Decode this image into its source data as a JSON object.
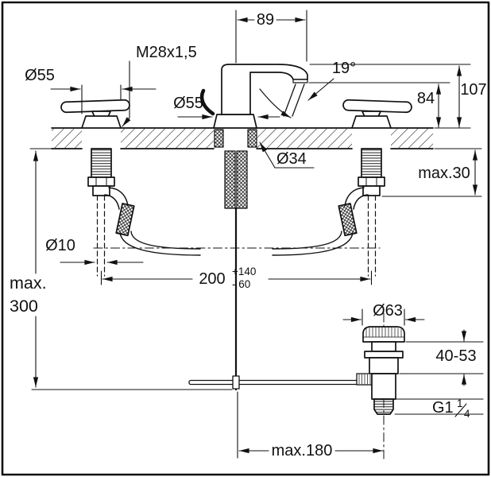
{
  "drawing": {
    "kind": "faucet-installation-dimension-drawing",
    "ink": "#111111",
    "labels": {
      "spout_reach": "89",
      "thread_top": "M28x1,5",
      "rosette_left": "Ø55",
      "rosette_center": "Ø55",
      "spout_angle": "19°",
      "height_total": "107",
      "height_spout": "84",
      "hole_dia": "Ø34",
      "deck_max": "max.30",
      "rod_dia": "Ø10",
      "spacing": "200",
      "spacing_tol_plus": "+140",
      "spacing_tol_minus": "- 60",
      "depth_max_1": "max.",
      "depth_max_2": "300",
      "waste_dia": "Ø63",
      "waste_height": "40-53",
      "waste_thread_main": "G1",
      "waste_thread_num": "1",
      "waste_thread_den": "4",
      "rod_reach": "max.180"
    }
  }
}
